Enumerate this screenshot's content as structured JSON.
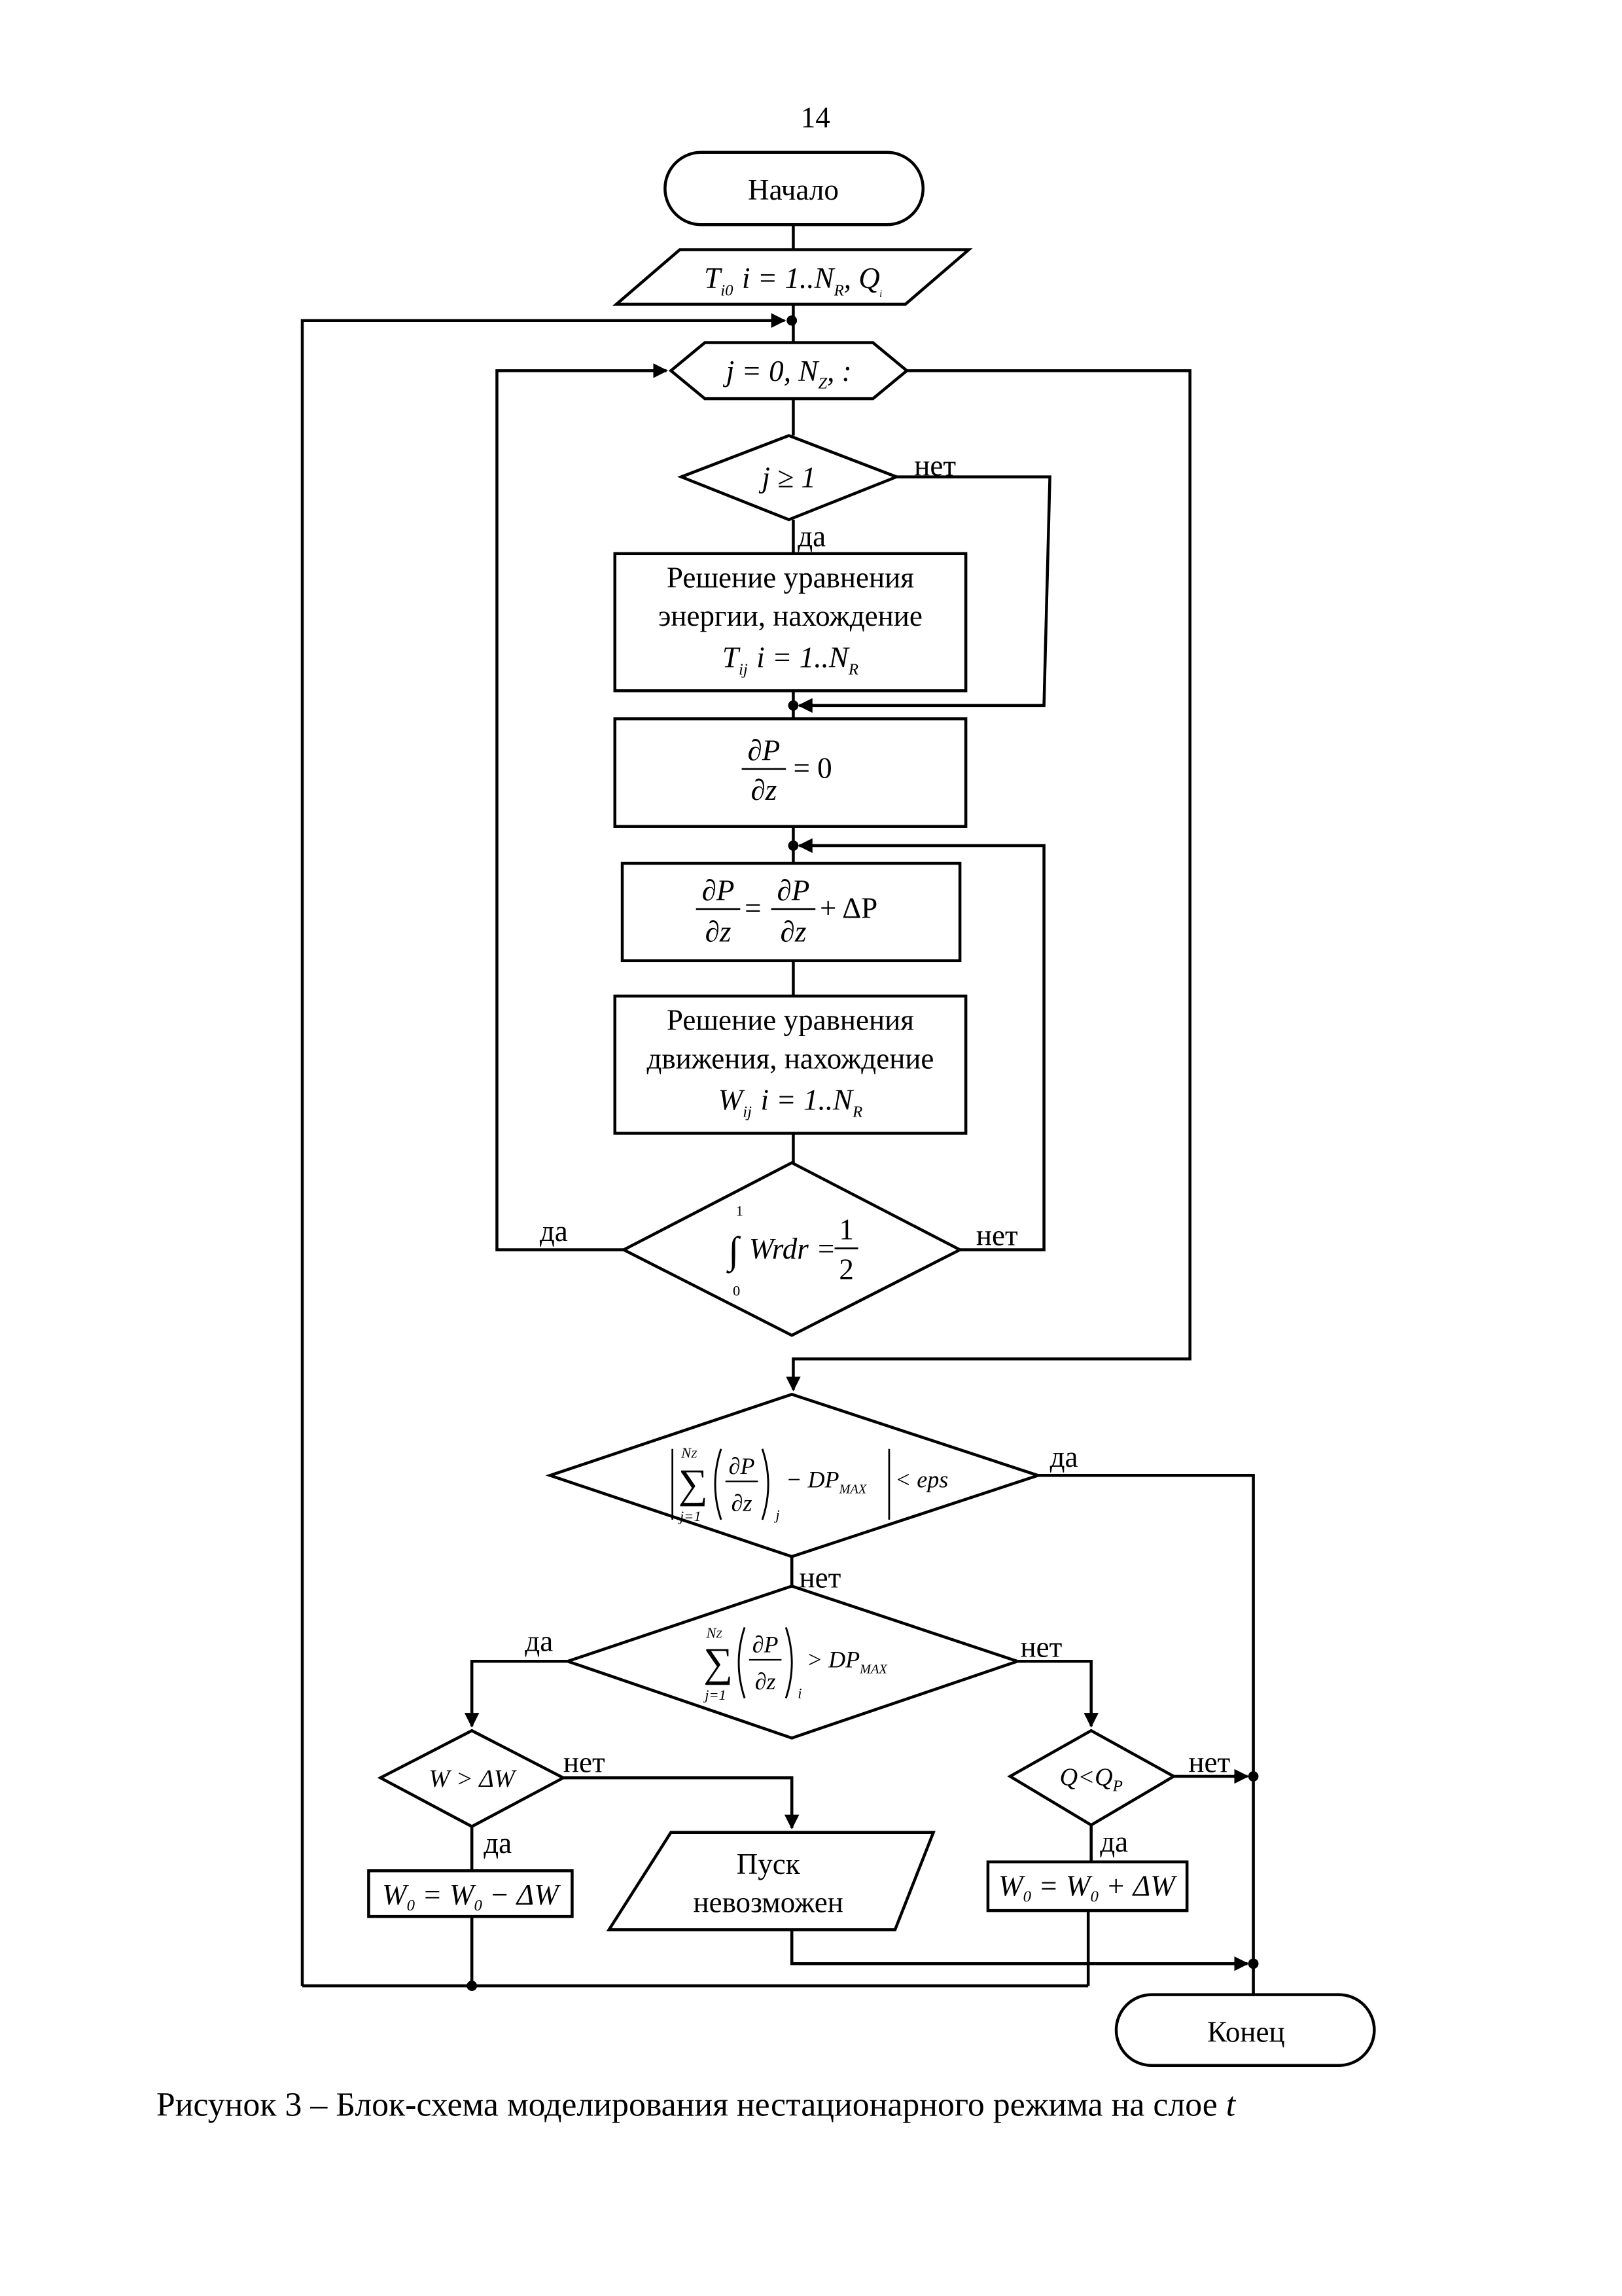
{
  "page_number": "14",
  "start": "Начало",
  "end": "Конец",
  "input": {
    "t": "T",
    "t_sub": "i0",
    "range": "i = 1..N",
    "range_sub": "R",
    "q": ", Q",
    "q_sub": "ᵢ"
  },
  "loop": {
    "j": "j = 0, N",
    "j_sub": "Z",
    "tail": ", :"
  },
  "cond_j": "j ≥ 1",
  "energy": {
    "line1": "Решение уравнения",
    "line2": "энергии, нахождение",
    "t": "T",
    "t_sub": "ij",
    "range": "i = 1..N",
    "range_sub": "R"
  },
  "dp_init": {
    "num": "∂P",
    "den": "∂z",
    "rhs": "= 0"
  },
  "dp_inc": {
    "num": "∂P",
    "den": "∂z",
    "eq": "=",
    "plus": "+ ΔP"
  },
  "motion": {
    "line1": "Решение уравнения",
    "line2": "движения, нахождение",
    "w": "W",
    "w_sub": "ij",
    "range": "i = 1..N",
    "range_sub": "R"
  },
  "integral": {
    "upper": "1",
    "lower": "0",
    "sign": "∫",
    "expr": "Wrdr =",
    "num": "1",
    "den": "2"
  },
  "cond_eps": {
    "upper": "N",
    "upper_sub": "Z",
    "lower": "j=1",
    "sigma": "∑",
    "num": "∂P",
    "den": "∂z",
    "idx": "j",
    "minus": "− DP",
    "minus_sub": "MAX",
    "rhs": "< eps"
  },
  "cond_dpmax": {
    "upper": "N",
    "upper_sub": "Z",
    "lower": "j=1",
    "sigma": "∑",
    "num": "∂P",
    "den": "∂z",
    "idx": "i",
    "rhs": "> DP",
    "rhs_sub": "MAX"
  },
  "cond_w": "W > ΔW",
  "cond_q": {
    "q": "Q<Q",
    "q_sub": "P"
  },
  "w_minus": {
    "w0": "W",
    "sub": "0",
    "eq": " = W",
    "sub2": "0",
    "rest": " − ΔW"
  },
  "w_plus": {
    "w0": "W",
    "sub": "0",
    "eq": " = W",
    "sub2": "0",
    "rest": " + ΔW"
  },
  "no_start": {
    "line1": "Пуск",
    "line2": "невозможен"
  },
  "labels": {
    "yes": "да",
    "no": "нет"
  },
  "caption": {
    "text": "Рисунок 3 – Блок-схема моделирования нестационарного режима на слое ",
    "t": "t"
  }
}
